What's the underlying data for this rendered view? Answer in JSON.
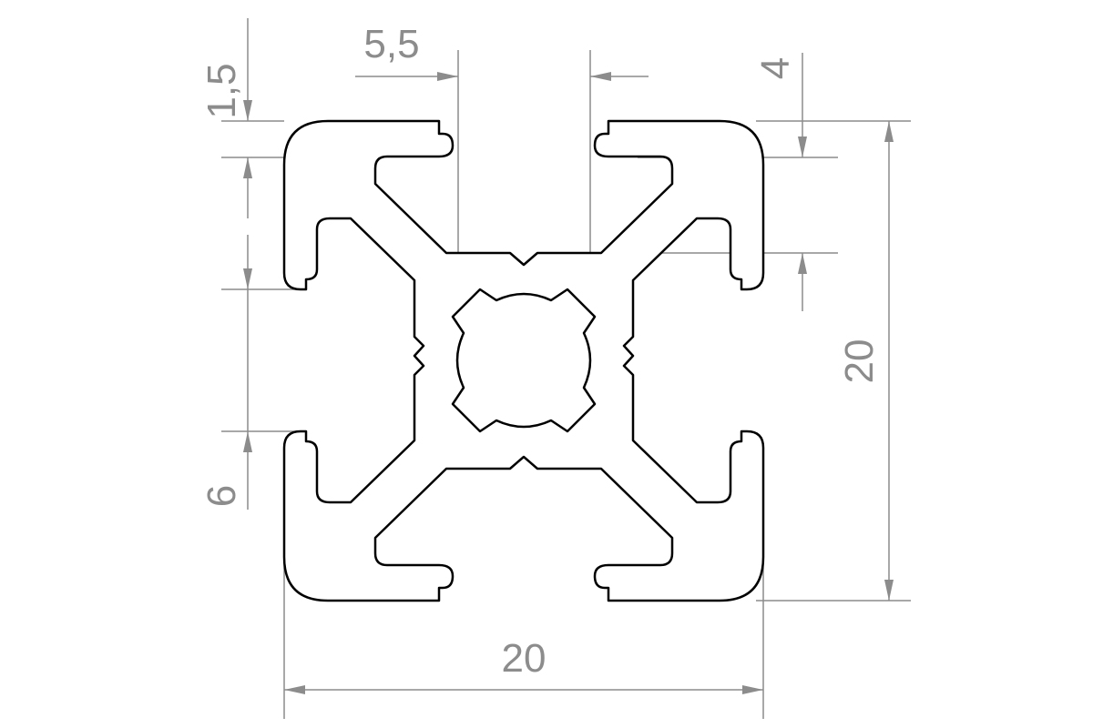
{
  "drawing": {
    "subject": "20x20 aluminium T-slot profile cross-section",
    "colors": {
      "outline": "#000000",
      "dimension": "#8c8c8c",
      "background": "#ffffff"
    },
    "dimensions": {
      "width": "20",
      "height": "20",
      "slot_opening": "5,5",
      "wall_thickness": "1,5",
      "slot_depth": "4",
      "slot_height": "6"
    }
  }
}
